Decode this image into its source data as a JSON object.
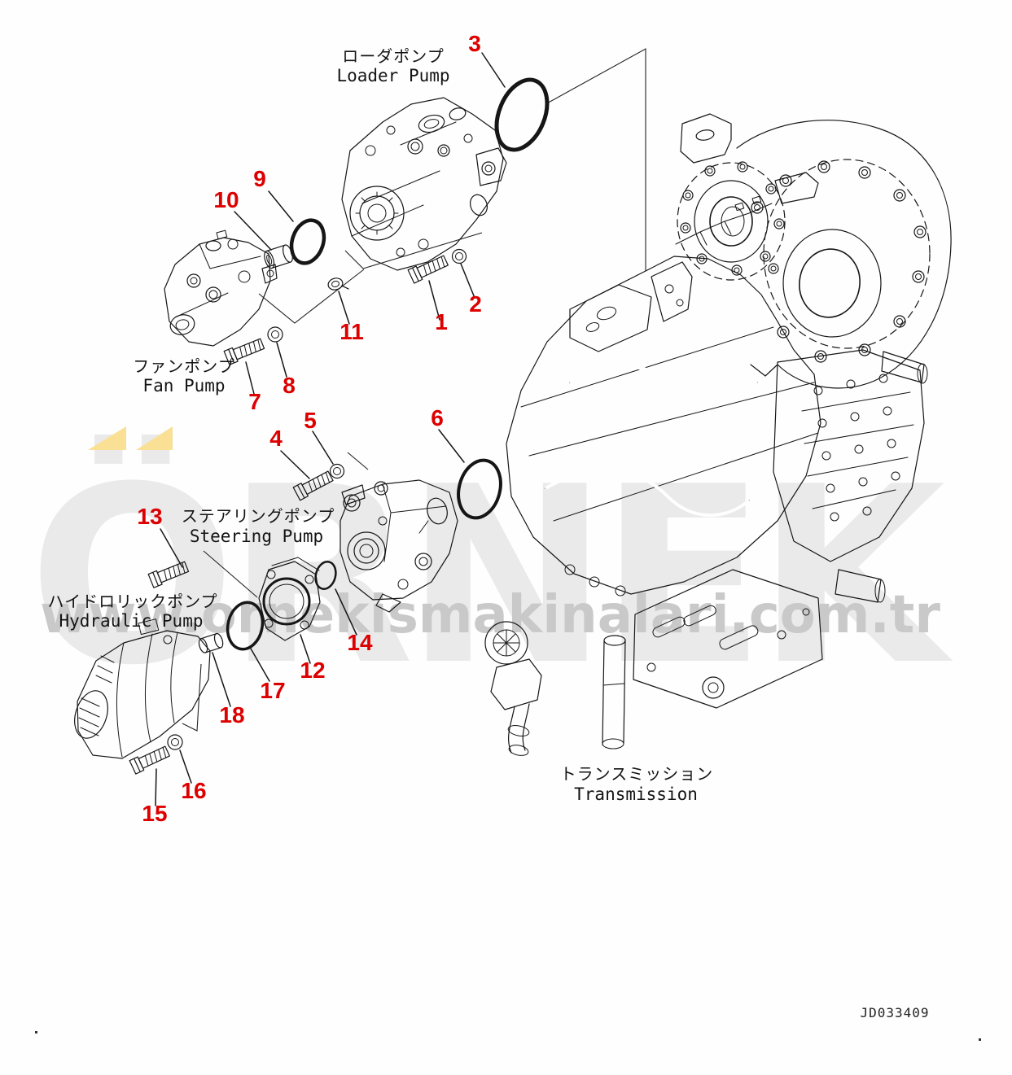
{
  "diagram": {
    "drawing_number": "JD033409",
    "labels": {
      "loader_pump": {
        "ja": "ローダポンプ",
        "en": "Loader Pump"
      },
      "fan_pump": {
        "ja": "ファンポンプ",
        "en": "Fan Pump"
      },
      "steering_pump": {
        "ja": "ステアリングポンプ",
        "en": "Steering Pump"
      },
      "hydraulic_pump": {
        "ja": "ハイドロリックポンプ",
        "en": "Hydraulic Pump"
      },
      "transmission": {
        "ja": "トランスミッション",
        "en": "Transmission"
      }
    },
    "callouts": [
      {
        "n": "1"
      },
      {
        "n": "2"
      },
      {
        "n": "3"
      },
      {
        "n": "4"
      },
      {
        "n": "5"
      },
      {
        "n": "6"
      },
      {
        "n": "7"
      },
      {
        "n": "8"
      },
      {
        "n": "9"
      },
      {
        "n": "10"
      },
      {
        "n": "11"
      },
      {
        "n": "12"
      },
      {
        "n": "13"
      },
      {
        "n": "14"
      },
      {
        "n": "15"
      },
      {
        "n": "16"
      },
      {
        "n": "17"
      },
      {
        "n": "18"
      }
    ],
    "colors": {
      "callout_red": "#dd0000",
      "line_black": "#161616",
      "watermark_gray": "#eaeaea",
      "watermark_url_gray": "#c9c9c9",
      "accent_yellow": "#f9e095"
    }
  },
  "watermark": {
    "brand": "ÖRNEK",
    "url": "www.ornekismakinalari.com.tr"
  }
}
